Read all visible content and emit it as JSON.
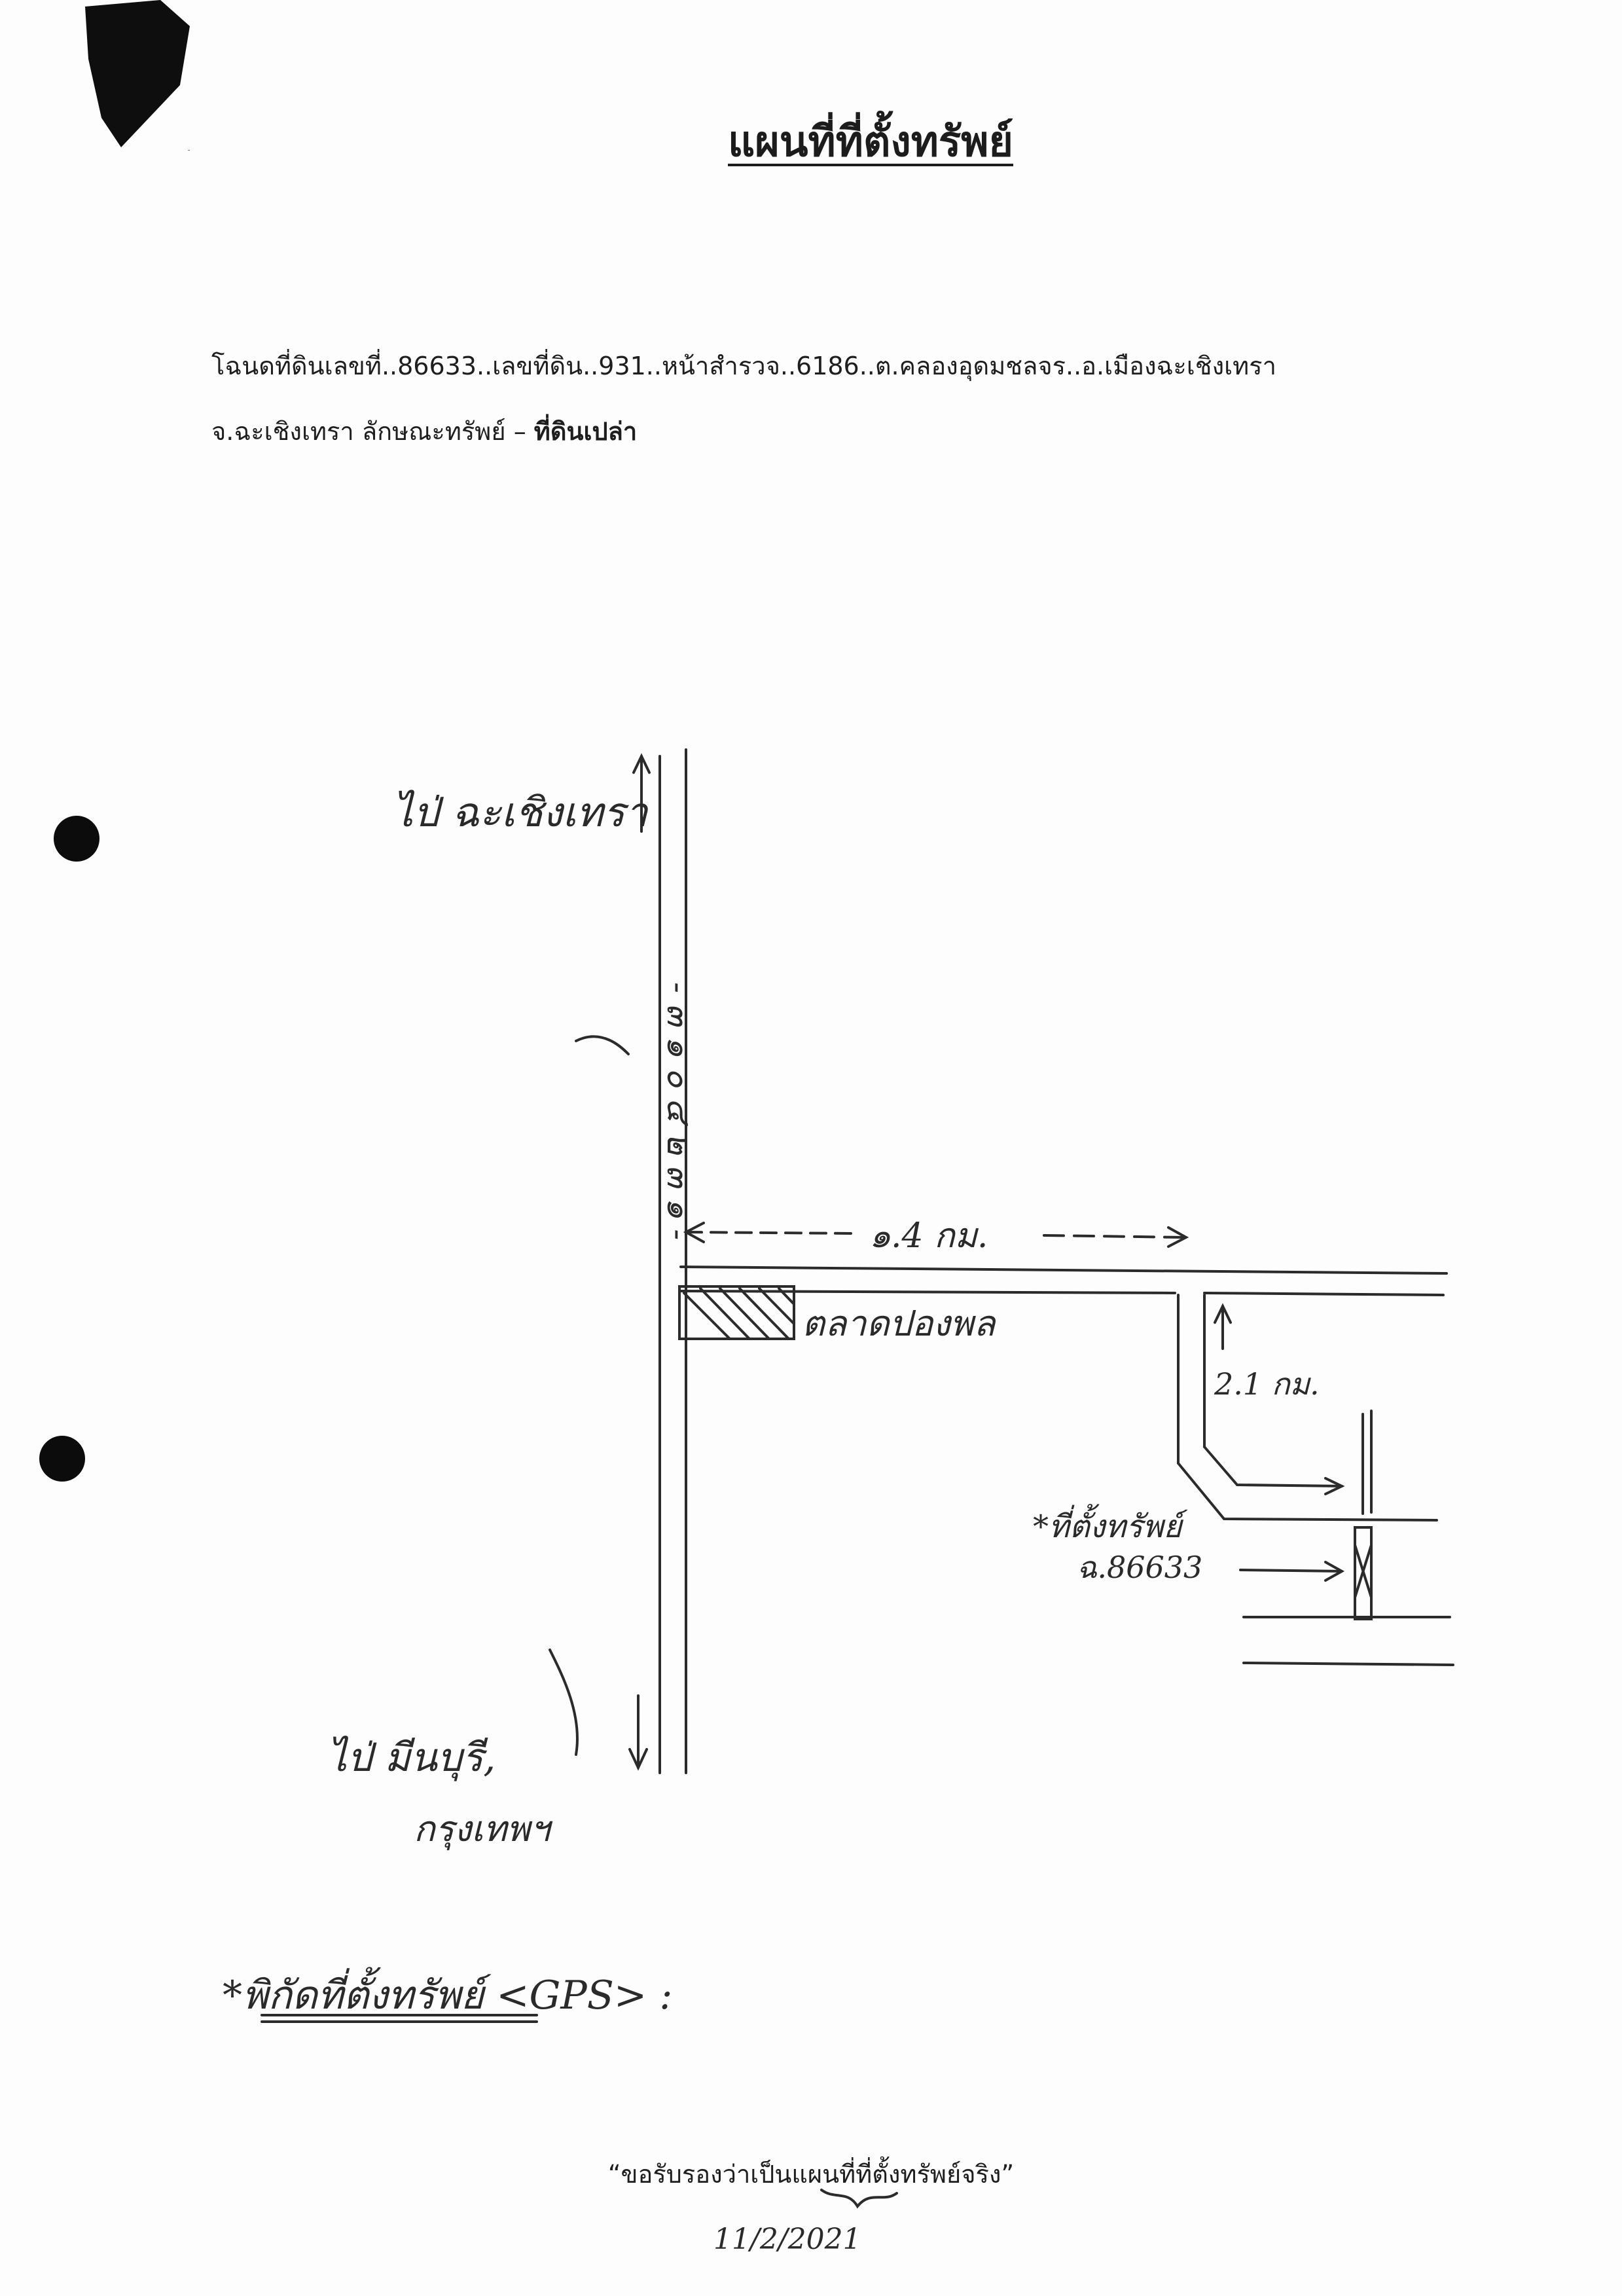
{
  "title": "แผนที่ที่ตั้งทรัพย์",
  "deed_line": "โฉนดที่ดินเลขที่..86633..เลขที่ดิน..931..หน้าสำรวจ..6186..ต.คลองอุดมชลจร..อ.เมืองฉะเชิงเทรา",
  "province_line_prefix": "จ.ฉะเชิงเทรา  ลักษณะทรัพย์  – ",
  "property_type": "ที่ดินเปล่า",
  "map": {
    "to_north": "ไป่ ฉะเชิงเทรา",
    "to_south_1": "ไป่ มีนบุรี,",
    "to_south_2": "กรุงเทพฯ",
    "highway_number": "- ๓ ๑ ๐ ๔ ๒ ๓ ๑ -",
    "distance_east": "๑.4 กม.",
    "distance_south": "2.1 กม.",
    "market_label": "ตลาดปองพล",
    "property_label": "*ที่ตั้งทรัพย์",
    "property_deed": "ฉ.86633"
  },
  "gps_label": "*พิกัดที่ตั้งทรัพย์ <GPS> :",
  "certification": "“ขอรับรองว่าเป็นแผนที่ที่ตั้งทรัพย์จริง”",
  "date": "11/2/2021"
}
